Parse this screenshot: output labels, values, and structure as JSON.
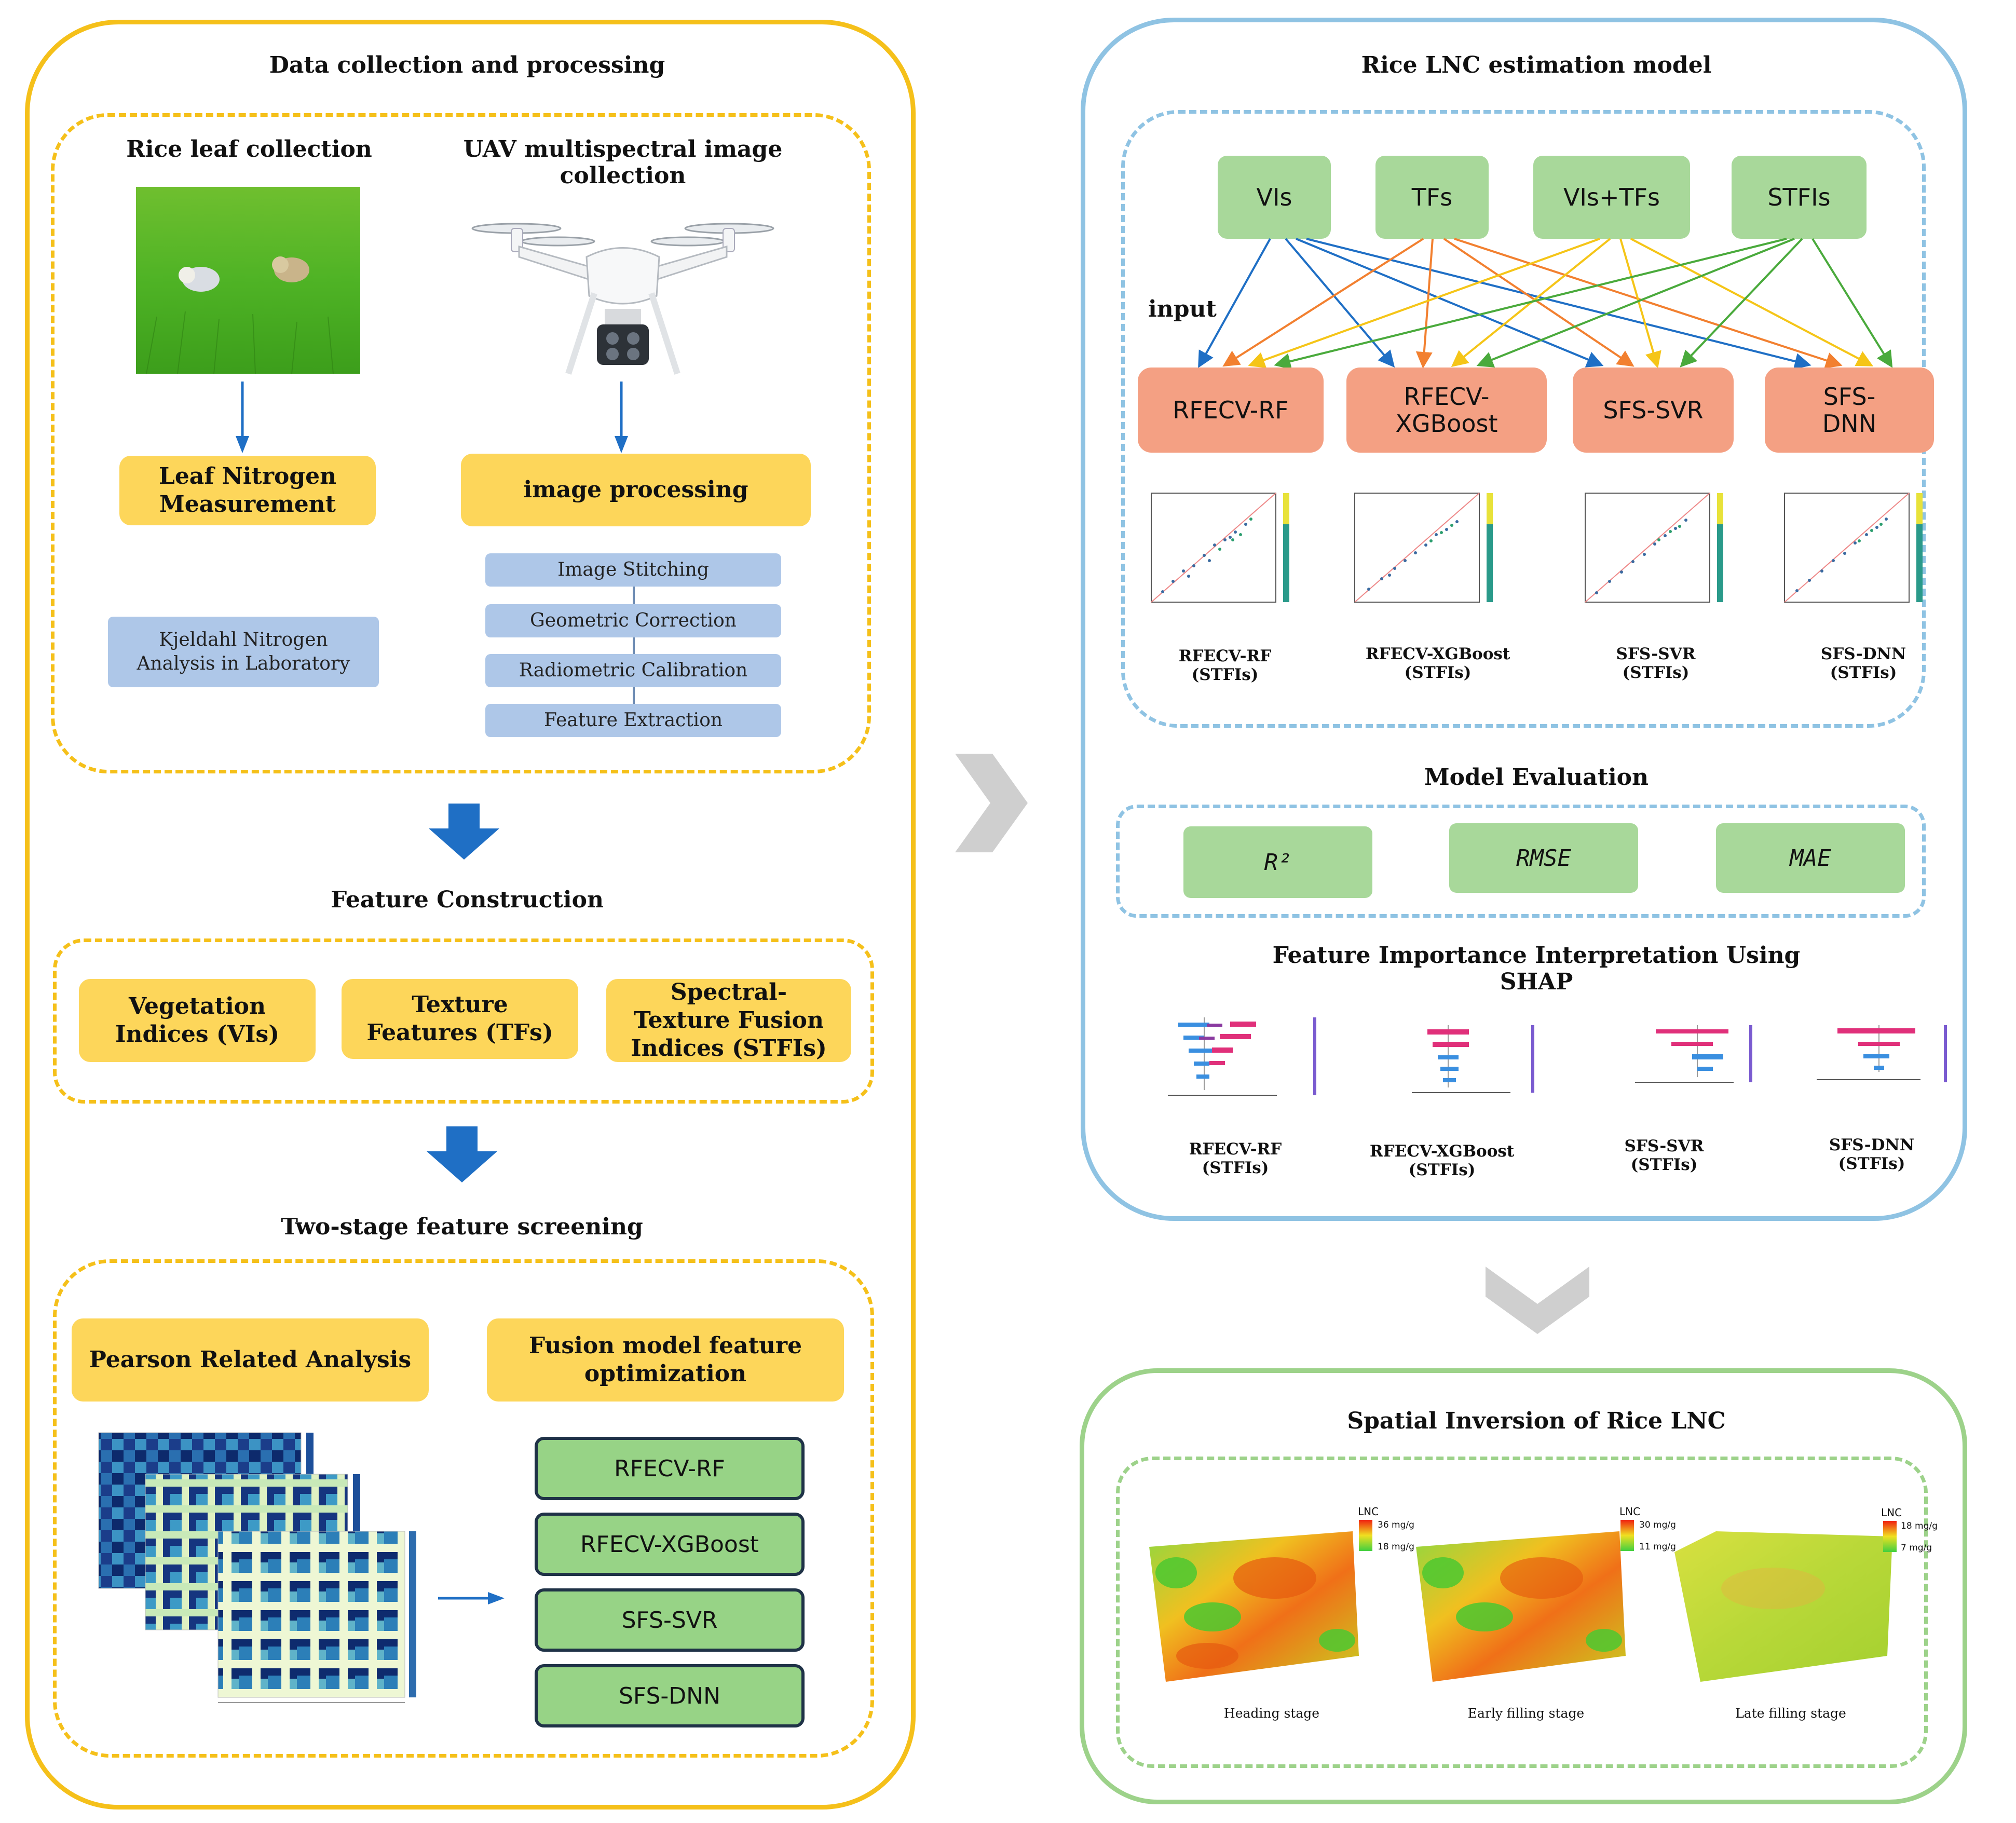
{
  "left": {
    "data_collection": {
      "title": "Data collection and processing",
      "rice_leaf_title": "Rice leaf collection",
      "uav_title": "UAV multispectral image collection",
      "leaf_nitrogen": "Leaf Nitrogen\nMeasurement",
      "kjeldahl": "Kjeldahl Nitrogen\nAnalysis in Laboratory",
      "image_processing": "image processing",
      "steps": [
        "Image Stitching",
        "Geometric Correction",
        "Radiometric Calibration",
        "Feature Extraction"
      ]
    },
    "feature_construction": {
      "title": "Feature Construction",
      "items": [
        "Vegetation\nIndices (VIs)",
        "Texture\nFeatures (TFs)",
        "Spectral-\nTexture Fusion\nIndices (STFIs)"
      ]
    },
    "screening": {
      "title": "Two-stage feature screening",
      "pearson": "Pearson Related Analysis",
      "fusion": "Fusion model feature\noptimization",
      "models": [
        "RFECV-RF",
        "RFECV-XGBoost",
        "SFS-SVR",
        "SFS-DNN"
      ]
    }
  },
  "right": {
    "estimation": {
      "title": "Rice LNC estimation model",
      "inputs": [
        "VIs",
        "TFs",
        "VIs+TFs",
        "STFIs"
      ],
      "input_label": "input",
      "models": [
        "RFECV-RF",
        "RFECV-\nXGBoost",
        "SFS-SVR",
        "SFS-\nDNN"
      ],
      "scatter_captions": [
        "RFECV-RF\n(STFIs)",
        "RFECV-XGBoost\n(STFIs)",
        "SFS-SVR\n(STFIs)",
        "SFS-DNN\n(STFIs)"
      ]
    },
    "evaluation": {
      "title": "Model Evaluation",
      "metrics": [
        "R²",
        "RMSE",
        "MAE"
      ]
    },
    "shap": {
      "title": "Feature Importance Interpretation Using SHAP",
      "captions": [
        "RFECV-RF\n(STFIs)",
        "RFECV-XGBoost\n(STFIs)",
        "SFS-SVR\n(STFIs)",
        "SFS-DNN\n(STFIs)"
      ]
    },
    "spatial": {
      "title": "Spatial Inversion of Rice LNC",
      "legend_title": "LNC",
      "maps": [
        {
          "stage": "Heading stage",
          "high": "36 mg/g",
          "low": "18 mg/g"
        },
        {
          "stage": "Early filling stage",
          "high": "30 mg/g",
          "low": "11 mg/g"
        },
        {
          "stage": "Late filling stage",
          "high": "18 mg/g",
          "low": "7  mg/g"
        }
      ]
    }
  },
  "colors": {
    "left_panel_border": "#f5c01a",
    "estimation_border": "#8fc3e3",
    "spatial_border": "#9dd28a",
    "yellow_box": "#fdd65a",
    "blue_box": "#aec7e8",
    "green_box": "#a8d89a",
    "orange_box": "#f4a083",
    "arrow_blue": "#1f6fc5",
    "arrow_orange": "#f28030",
    "arrow_yellow": "#f5c518",
    "arrow_green": "#4aaa3c"
  }
}
